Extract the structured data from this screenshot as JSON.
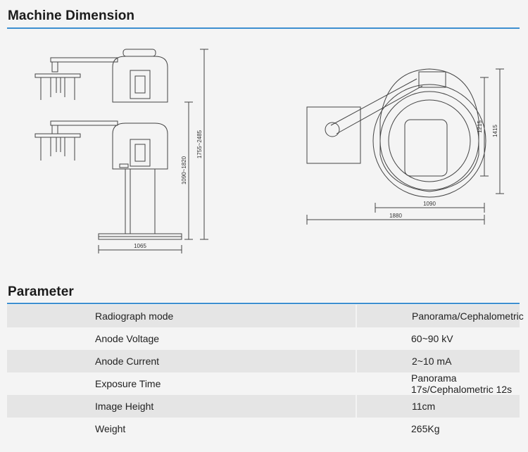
{
  "colors": {
    "accent_rule": "#3d8fd0",
    "row_shade": "#e5e5e5",
    "background": "#f4f4f4"
  },
  "machine_dimension": {
    "title": "Machine Dimension",
    "side_view": {
      "width_label": "1065",
      "height_label": "1090~1820",
      "total_height_label": "1755~2485"
    },
    "top_view": {
      "depth_label": "1215",
      "total_depth_label": "1415",
      "width_label": "1090",
      "total_width_label": "1880"
    }
  },
  "parameter": {
    "title": "Parameter",
    "rows": [
      {
        "label": "Radiograph mode",
        "value": "Panorama/Cephalometric"
      },
      {
        "label": "Anode Voltage",
        "value": "60~90 kV"
      },
      {
        "label": "Anode Current",
        "value": "2~10 mA"
      },
      {
        "label": "Exposure Time",
        "value": "Panorama 17s/Cephalometric 12s"
      },
      {
        "label": "Image Height",
        "value": "11cm"
      },
      {
        "label": "Weight",
        "value": "265Kg"
      }
    ]
  }
}
